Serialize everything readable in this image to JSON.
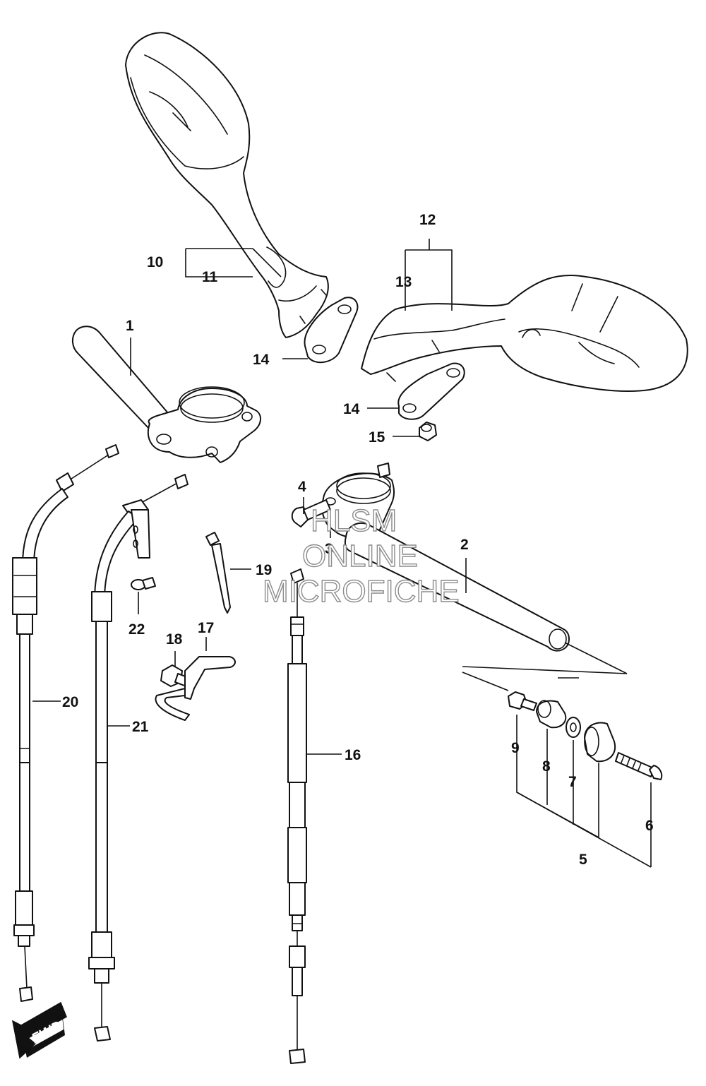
{
  "callouts": {
    "c1": "1",
    "c2": "2",
    "c3": "3",
    "c4": "4",
    "c5": "5",
    "c6": "6",
    "c7": "7",
    "c8": "8",
    "c9": "9",
    "c10": "10",
    "c11": "11",
    "c12": "12",
    "c13": "13",
    "c14a": "14",
    "c14b": "14",
    "c15": "15",
    "c16": "16",
    "c17": "17",
    "c18": "18",
    "c19": "19",
    "c20": "20",
    "c21": "21",
    "c22": "22"
  },
  "watermark": {
    "line1": "HLSM",
    "line2": "ONLINE",
    "line3": "MICROFICHE"
  },
  "direction_badge": "FWD"
}
